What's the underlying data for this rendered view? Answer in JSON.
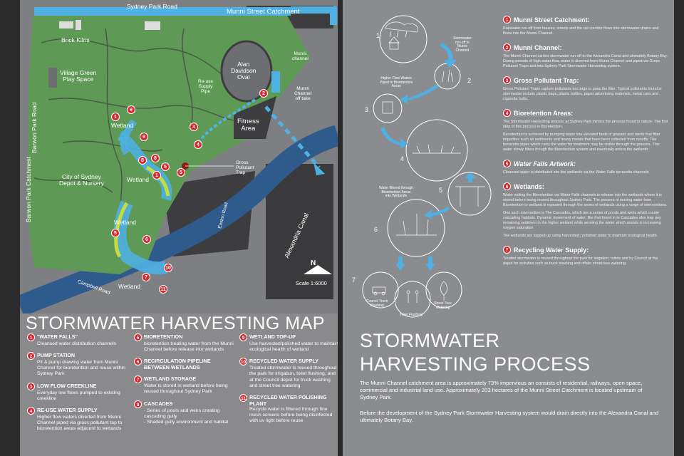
{
  "map": {
    "roads": {
      "sydney_park_road": "Sydney Park Road",
      "barwon_park_road": "Barwon Park Road",
      "barwon_park_catchment": "Barwon Park Catchment",
      "euston_road": "Euston Road",
      "campbell_road": "Campbell Road",
      "alexandria_canal": "Alexandria Canal"
    },
    "labels": {
      "munni_street_catchment": "Munni Street Catchment",
      "brick_kilns": "Brick Kilns",
      "village_green": "Village Green\nPlay Space",
      "alan_davidson_oval": "Alan\nDavidson\nOval",
      "munni_channel": "Munni\nchannel",
      "reuse_supply_pipe": "Re-use\nSupply\nPipe",
      "munni_channel_offtake": "Munni\nChannel\noff take",
      "fitness_area": "Fitness\nArea",
      "gross_pollutant_trap": "Gross\nPollutant\nTrap",
      "wetland_1": "Wetland",
      "wetland_2": "Wetland",
      "wetland_3": "Wetland",
      "wetland_4": "Wetland",
      "city_depot": "City of Sydney\nDepot & Nursery",
      "north": "N",
      "scale": "Scale 1:6000"
    },
    "markers": [
      "1",
      "2",
      "3",
      "4",
      "5",
      "6",
      "7",
      "8",
      "9",
      "10",
      "11",
      "5",
      "8",
      "1",
      "5",
      "9"
    ],
    "title": "STORMWATER HARVESTING MAP"
  },
  "legend": [
    {
      "num": "1",
      "title": "\"WATER FALLS\"",
      "desc": "Cleansed water distribution channels"
    },
    {
      "num": "2",
      "title": "PUMP STATION",
      "desc": "Pit & pump drawing water from Munni Channel for bioretention and reuse within Sydney Park"
    },
    {
      "num": "3",
      "title": "LOW FLOW CREEKLINE",
      "desc": "Everyday low flows pumped to existing creekline"
    },
    {
      "num": "4",
      "title": "RE-USE WATER SUPPLY",
      "desc": "Higher flow waters diverted from Munni Channel piped via gross pollutant tap to bioretention areas adjacent to wetlands"
    },
    {
      "num": "5",
      "title": "BIORETENTION",
      "desc": "bioretention treating water from the Munni Channel before release into wetlands"
    },
    {
      "num": "6",
      "title": "RECIRCULATION PIPELINE BETWEEN WETLANDS",
      "desc": ""
    },
    {
      "num": "7",
      "title": "WETLAND STORAGE",
      "desc": "Water is stored in wetland before being reused throughout Sydney Park"
    },
    {
      "num": "8",
      "title": "CASCADES",
      "desc": "- Series of pools and weirs creating cascading gully\n- Shaded gully environment and habitat"
    },
    {
      "num": "9",
      "title": "WETLAND TOP-UP",
      "desc": "Use harvested/polished water to maintain ecological health of wetland"
    },
    {
      "num": "10",
      "title": "RECYCLED WATER SUPPLY",
      "desc": "Treated stormwater is reused throughout the park for irrigation, toilet flushing, and at the Council depot for truck washing and street tree watering"
    },
    {
      "num": "11",
      "title": "RECYCLED WATER POLISHING PLANT",
      "desc": "Recycle water is filtered through fine mesh screens before being disinfected with uv light before reuse"
    }
  ],
  "process": {
    "steps": [
      "1",
      "2",
      "3",
      "4",
      "5",
      "6",
      "7"
    ],
    "captions": {
      "c1": "Stormwater\nrun-off to\nMunni\nChannel",
      "c2": "Higher Flow Waters\nPiped to Bioretention\nAreas",
      "c3": "Water filtered through\nBioretention Areas\ninto Wetlands",
      "c4": "Council Truck\nWashing",
      "c5": "Toilet Flushing",
      "c6": "Street Tree\nWatering"
    },
    "items": [
      {
        "num": "1",
        "title": "Munni Street Catchment:",
        "italic": false,
        "paras": [
          "Rainwater run-off from houses, streets and the rail corridor flows into stormwater drains and flows into the Munni Channel."
        ]
      },
      {
        "num": "2",
        "title": "Munni Channel:",
        "italic": false,
        "paras": [
          "The Munni Channel carries stormwater run-off to the Alexandra Canal and ultimately Botany Bay. During periods of high water flow, water is diverted from Munni Channel and piped via Gross Pollutant Traps and into Sydney Park Stormwater Harvesting system."
        ]
      },
      {
        "num": "3",
        "title": "Gross Pollutant Trap:",
        "italic": false,
        "paras": [
          "Gross Pollutant Traps capture pollutants too large to pass the filter. Typical pollutants found in stormwater include plastic bags, plastic bottles, paper advertising materials, metal cans and cigarette butts."
        ]
      },
      {
        "num": "4",
        "title": "Bioretention Areas:",
        "italic": false,
        "paras": [
          "The Stormwater Harvesting process at Sydney Park mimics the process found in nature. The first step of this process is Bioretention.",
          "Bioretention is achieved by pumping water into elevated beds of grasses and reeds that filter impurities such as sediments and heavy metals that have been collected from runoffs. The terracotta pipes which carry the water for treatment may be visible through the grasses. This water slowly filters though the Bioretention system and eventually enters the wetlands"
        ]
      },
      {
        "num": "5",
        "title": "Water Falls Artwork:",
        "italic": true,
        "paras": [
          "Cleansed water is distributed into the wetlands via the Water Falls terracotta channels"
        ]
      },
      {
        "num": "6",
        "title": "Wetlands:",
        "italic": false,
        "paras": [
          "Water exiting the Bioretention via Water Falls channels is release into the wetlands where it is stored before being reused throughout Sydney Park. The process of moving water from Bioretention to wetland is repeated through the series of wetlands using a range of interventions.",
          "One such intervention is The Cascades, which are a series of ponds and weirs which create cascading habitats. Dynamic movement of water, like that found in te Cascades also trap any remaining sediment in the higher wetland while aerating the water which assists in increasing oxygen saturation",
          "The wetlands are topped-up using harvested / polished water to maintain ecological health."
        ]
      },
      {
        "num": "7",
        "title": "Recycling Water Supply:",
        "italic": false,
        "paras": [
          "Treated stormwater is reused throughout the park for irrigation, toilets and by Council at the depot for activities such as truck washing and offsite street tree watering."
        ]
      }
    ],
    "title": "STORMWATER\nHARVESTING PROCESS",
    "para1": "The Munni Channel catchment area is approximately 73% impervious an consists of residential, railways, open space, commercial and industrial land use. Approximately 203 hectares of the Munni Street Catchment is located upstream of Sydney Park.",
    "para2": "Before the development of the Sydney Park Stormwater Harvesting system would drain directly into the Alexandra Canal and ultimately Botany Bay."
  },
  "colors": {
    "park_green": "#5e9a55",
    "water_blue": "#4fb0e3",
    "marker_red": "#d9282f",
    "lime": "#c7dc3c",
    "panel_grey": "#8a8a8d",
    "road_dark": "#3d3d3f",
    "canal_blue": "#2e5b8c"
  }
}
